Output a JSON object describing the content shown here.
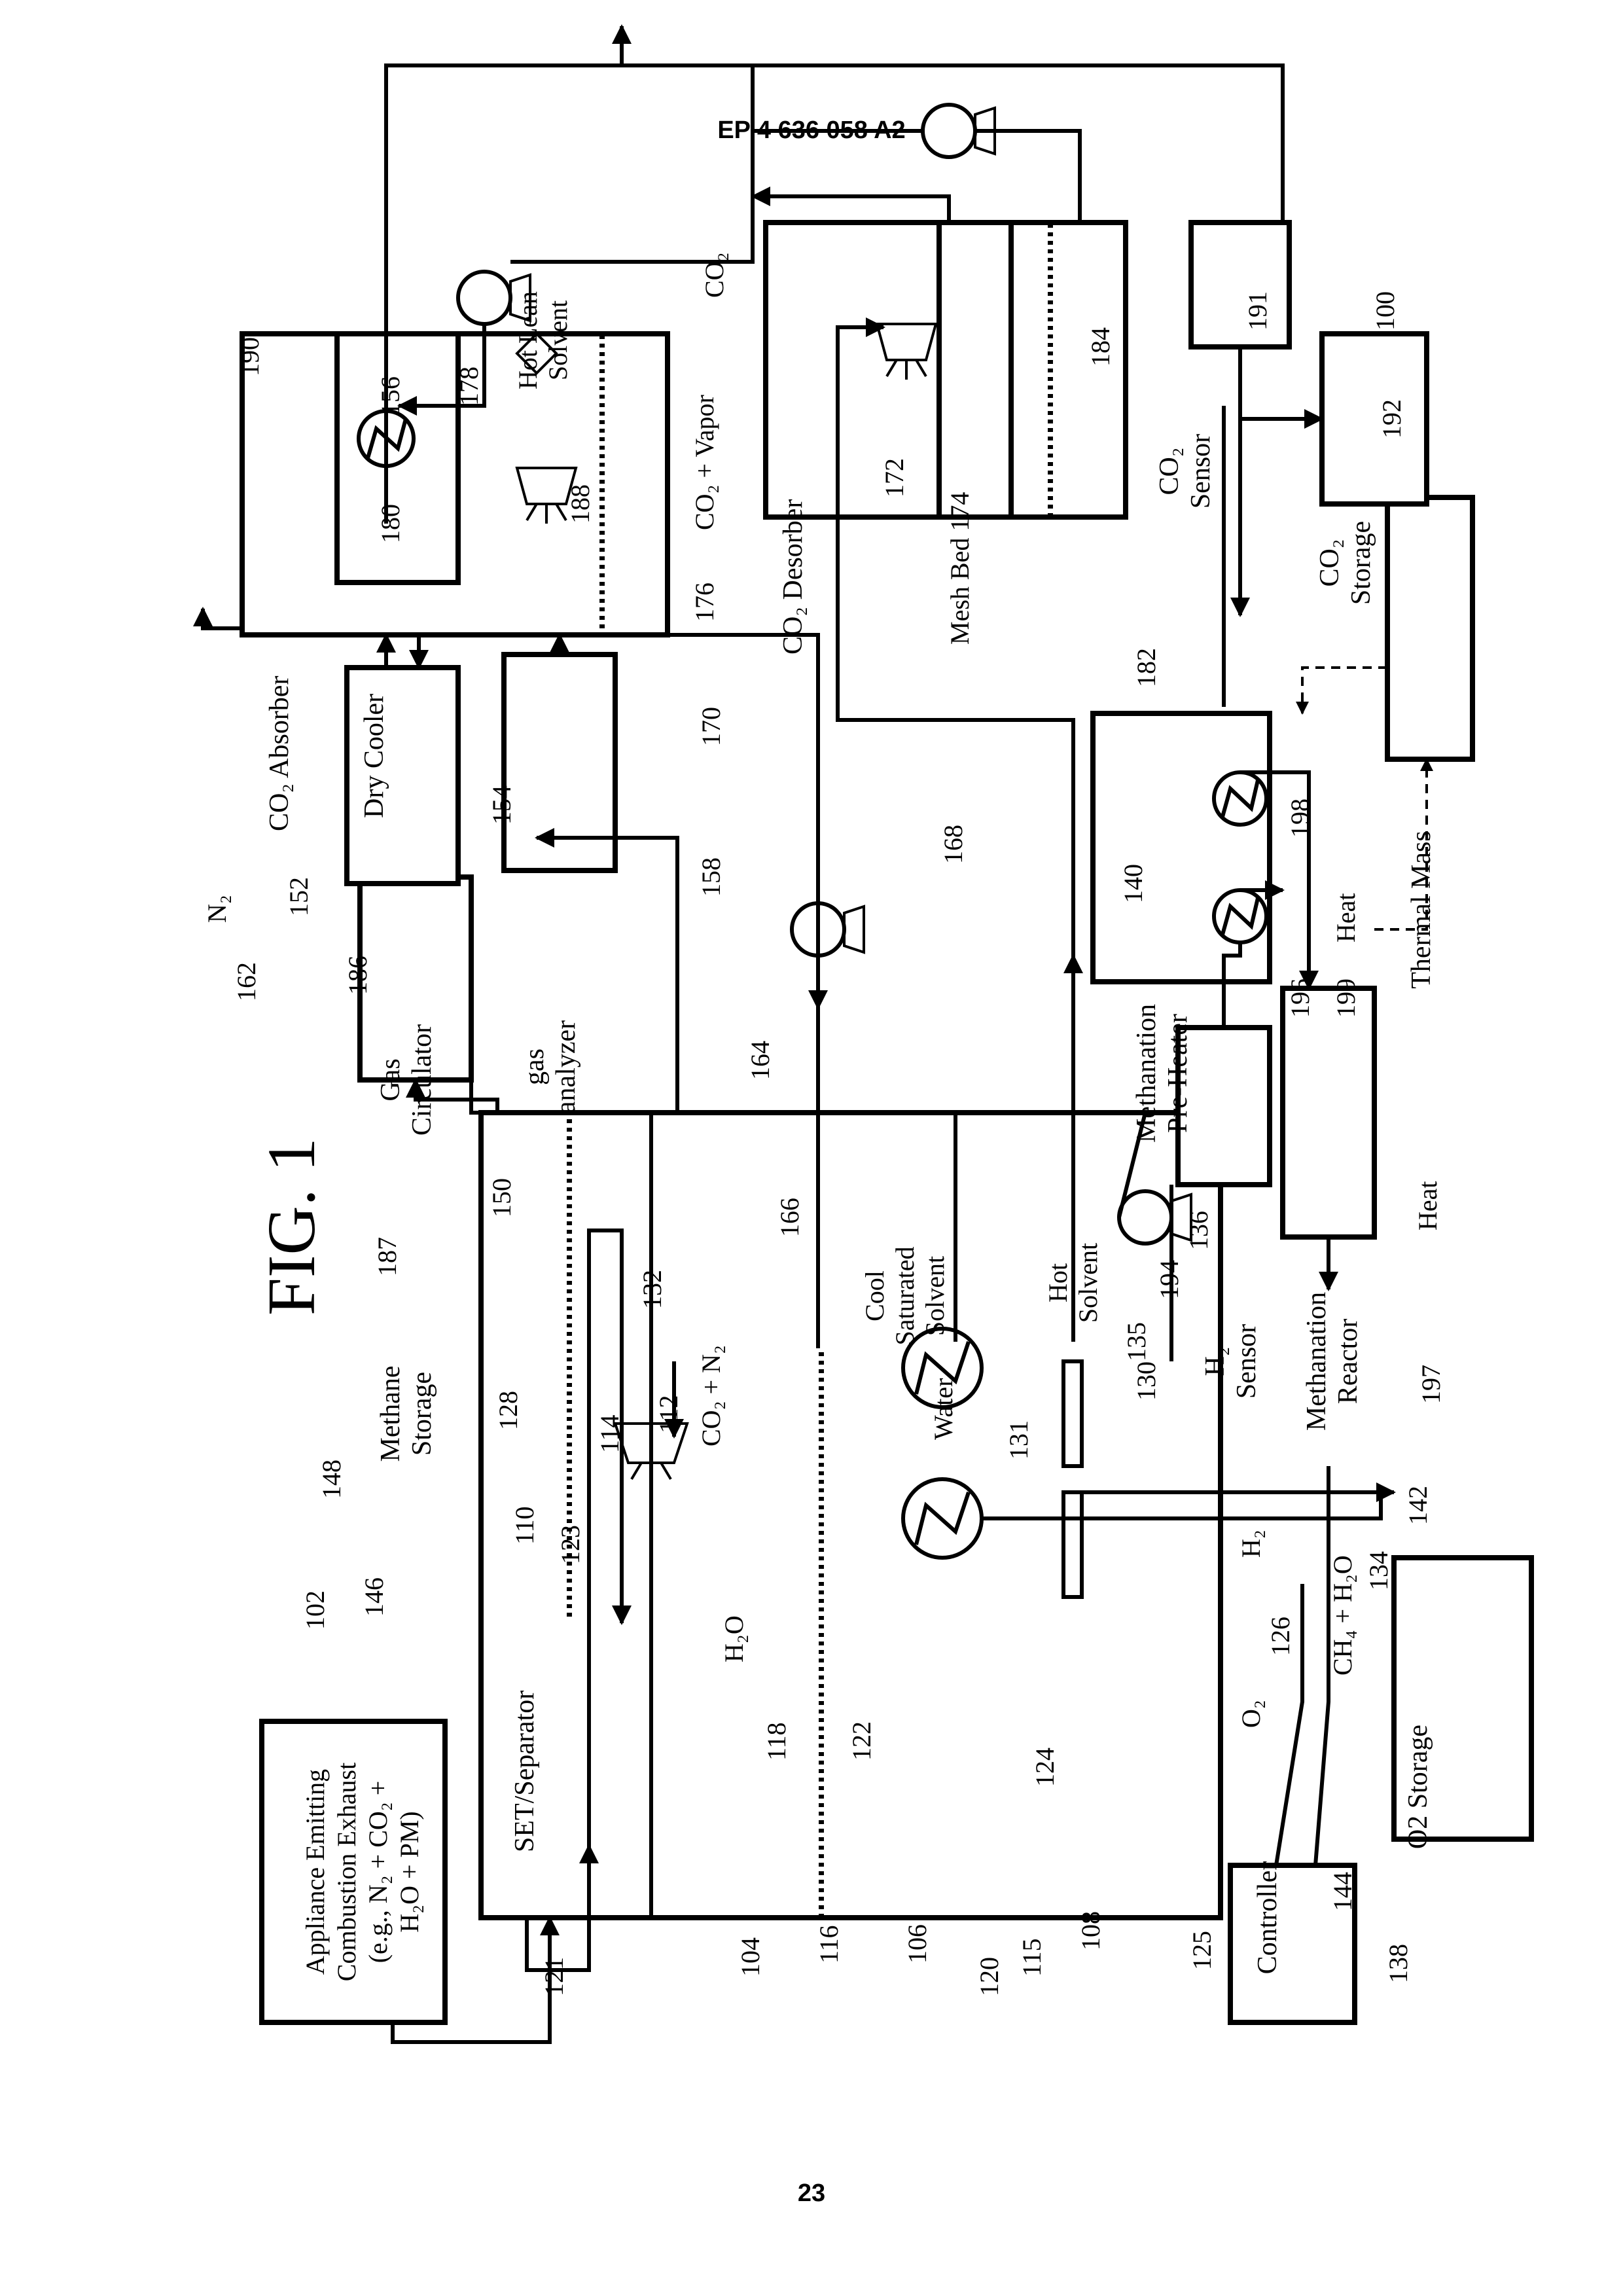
{
  "header": "EP 4 636 058 A2",
  "page_number": "23",
  "figure_title": "FIG. 1",
  "components": {
    "appliance": [
      "Appliance Emitting",
      "Combustion Exhaust",
      "(e.g., N₂ + CO₂ +",
      "H₂O + PM)"
    ],
    "set_separator": "SET/Separator",
    "methane_storage": [
      "Methane",
      "Storage"
    ],
    "controller": "Controller",
    "o2_storage": "O2 Storage",
    "h2_sensor": [
      "H₂",
      "Sensor"
    ],
    "methanation_reactor": [
      "Methanation",
      "Reactor"
    ],
    "methanation_preheater": [
      "Methanation",
      "Pre-Heater"
    ],
    "thermal_mass": "Thermal Mass",
    "gas_circulator": [
      "Gas",
      "Circulator"
    ],
    "gas_analyzer": [
      "gas",
      "analyzer"
    ],
    "co2_absorber": "CO₂ Absorber",
    "dry_cooler": "Dry Cooler",
    "co2_desorber": "CO₂ Desorber",
    "mesh_bed": "Mesh Bed 174",
    "co2_sensor": [
      "CO₂",
      "Sensor"
    ],
    "co2_storage": [
      "CO₂",
      "Storage"
    ]
  },
  "stream_labels": {
    "h2o": "H₂O",
    "co2_n2": "CO₂ + N₂",
    "cool_saturated_solvent": [
      "Cool",
      "Saturated",
      "Solvent"
    ],
    "water": "Water",
    "hot_solvent": [
      "Hot",
      "Solvent"
    ],
    "h2": "H₂",
    "o2": "O₂",
    "ch4_h2o": "CH₄ + H₂O",
    "n2": "N₂",
    "co2_vapor": "CO₂ + Vapor",
    "hot_lean_solvent": [
      "Hot Lean",
      "Solvent"
    ],
    "co2": "CO₂",
    "heat_a": "Heat",
    "heat_b": "Heat"
  },
  "refs": {
    "r100": "100",
    "r102": "102",
    "r104": "104",
    "r106": "106",
    "r108": "108",
    "r110": "110",
    "r112": "112",
    "r114": "114",
    "r115": "115",
    "r116": "116",
    "r118": "118",
    "r120": "120",
    "r121": "121",
    "r122": "122",
    "r123": "123",
    "r124": "124",
    "r125": "125",
    "r126": "126",
    "r128": "128",
    "r130": "130",
    "r131": "131",
    "r132": "132",
    "r134": "134",
    "r135": "135",
    "r136": "136",
    "r138": "138",
    "r140": "140",
    "r142": "142",
    "r144": "144",
    "r146": "146",
    "r148": "148",
    "r150": "150",
    "r152": "152",
    "r154": "154",
    "r156": "156",
    "r158": "158",
    "r162": "162",
    "r164": "164",
    "r166": "166",
    "r168": "168",
    "r170": "170",
    "r172": "172",
    "r176": "176",
    "r178": "178",
    "r180": "180",
    "r182": "182",
    "r184": "184",
    "r186": "186",
    "r187": "187",
    "r188": "188",
    "r190": "190",
    "r191": "191",
    "r192": "192",
    "r194": "194",
    "r196": "196",
    "r197": "197",
    "r198": "198",
    "r199": "199"
  }
}
